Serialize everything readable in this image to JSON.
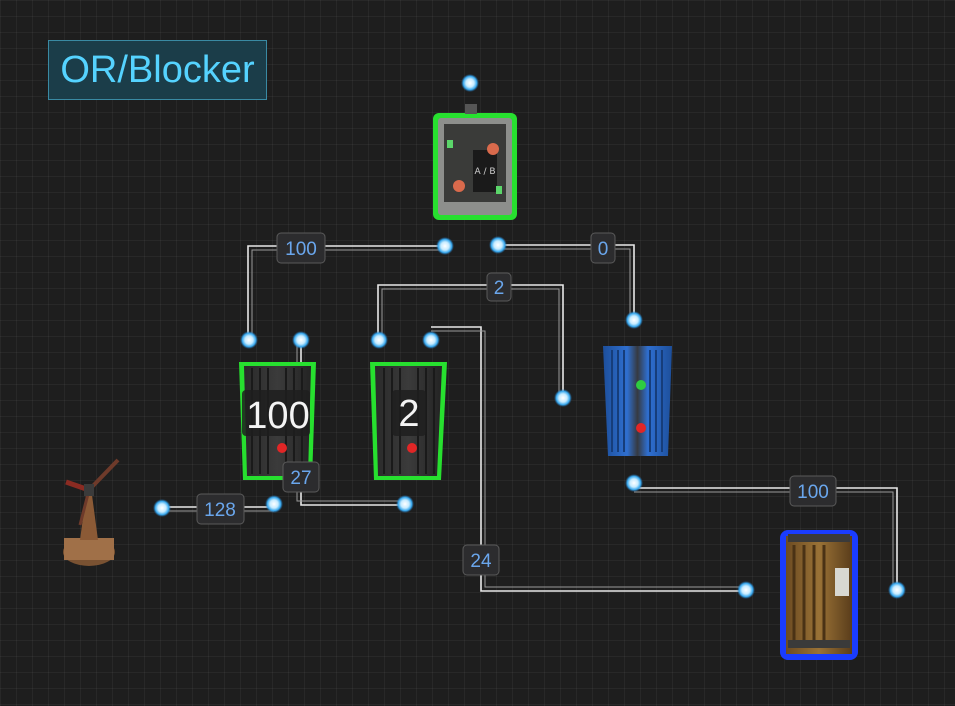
{
  "title": "OR/Blocker",
  "wire_labels": {
    "or_to_left_counter": "100",
    "or_to_blocker": "0",
    "middle_branch": "2",
    "windmill_output": "128",
    "counter_power": "27",
    "to_battery": "24",
    "blocker_to_battery": "100"
  },
  "displays": {
    "left_counter": "100",
    "right_counter": "2"
  },
  "colors": {
    "wire": "#e8e8e8",
    "label_text": "#6aa6ec",
    "port": "#47b6ff",
    "selected_outline": "#27e02f",
    "battery_outline": "#1a3cff",
    "title_text": "#55d3ff"
  }
}
